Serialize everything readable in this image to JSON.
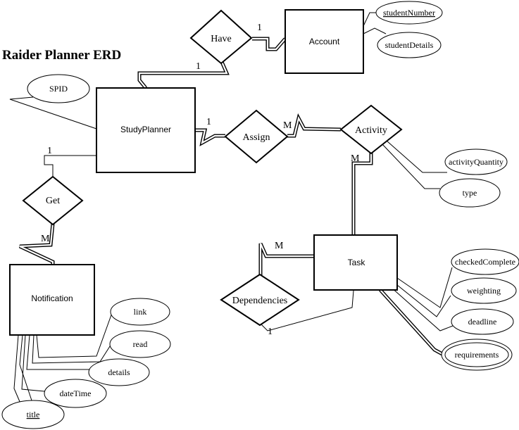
{
  "title": "Raider Planner ERD",
  "entities": {
    "account": "Account",
    "study_planner": "StudyPlanner",
    "notification": "Notification",
    "task": "Task"
  },
  "relationships": {
    "have": "Have",
    "assign": "Assign",
    "activity": "Activity",
    "get": "Get",
    "dependencies": "Dependencies"
  },
  "attributes": {
    "student_number": "studentNumber",
    "student_details": "studentDetails",
    "spid": "SPID",
    "activity_quantity": "activityQuantity",
    "type": "type",
    "checked_complete": "checkedComplete",
    "weighting": "weighting",
    "deadline": "deadline",
    "requirements": "requirements",
    "link": "link",
    "read": "read",
    "details": "details",
    "date_time": "dateTime",
    "title_attr": "title"
  },
  "cardinalities": {
    "have_account": "1",
    "have_planner": "1",
    "assign_planner": "1",
    "assign_activity": "M",
    "activity_task": "M",
    "get_planner": "1",
    "get_notification": "M",
    "dep_task_top": "M",
    "dep_task_bottom": "1"
  }
}
